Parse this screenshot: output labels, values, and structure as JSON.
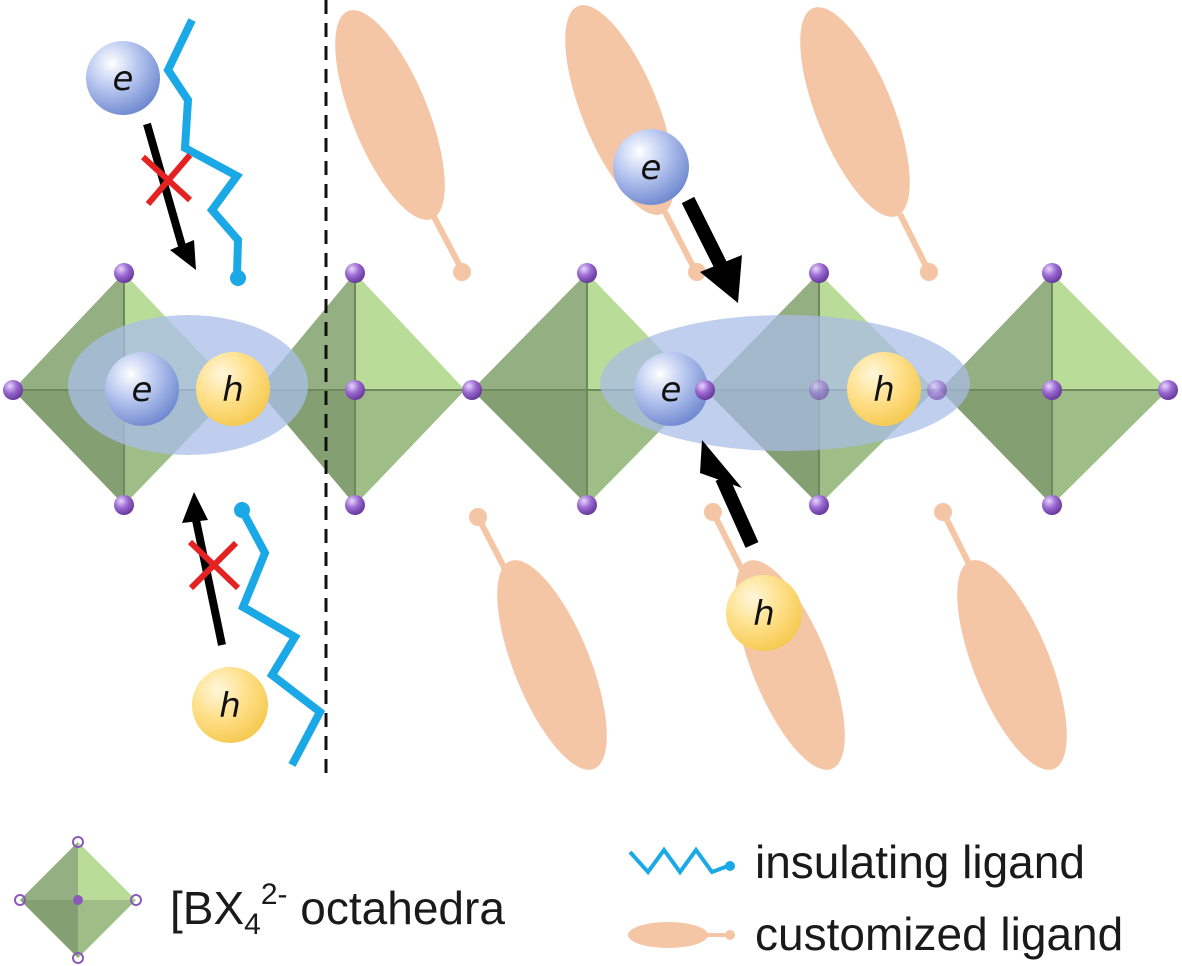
{
  "carriers": {
    "electron": "e",
    "hole": "h"
  },
  "legend": {
    "octahedra_label_main": "[BX",
    "octahedra_label_sub": "4",
    "octahedra_label_sup": "2-",
    "octahedra_label_rest": " octahedra",
    "insulating_label": "insulating ligand",
    "customized_label": "customized ligand"
  },
  "colors": {
    "octahedron_dark": "#7f9a6b",
    "octahedron_light": "#c2e0a2",
    "vertex_atom": "#8a5ab8",
    "insulating_ligand": "#1aa9e6",
    "customized_ligand": "#f5c6a5",
    "electron": "#7f97d8",
    "hole": "#ffd86e",
    "exciton_cloud": "#a9bde8",
    "blocked_mark": "#e52222"
  }
}
